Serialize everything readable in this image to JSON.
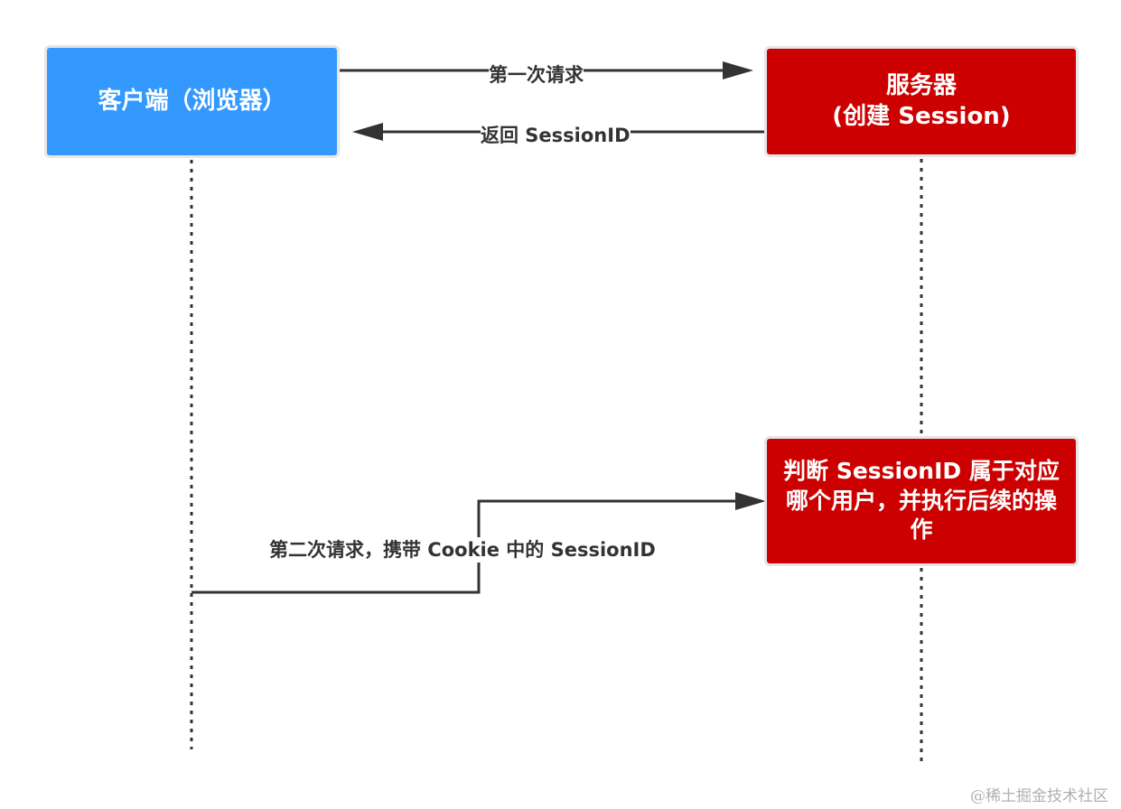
{
  "nodes": {
    "client": {
      "label": "客户端（浏览器）",
      "color": "#3399ff"
    },
    "server": {
      "line1": "服务器",
      "line2": "(创建 Session)",
      "color": "#cc0000"
    },
    "check": {
      "label": "判断 SessionID 属于对应哪个用户，并执行后续的操作",
      "color": "#cc0000"
    }
  },
  "edges": {
    "first_request": "第一次请求",
    "return_session": "返回 SessionID",
    "second_request": "第二次请求，携带 Cookie 中的 SessionID"
  },
  "watermark": "@稀土掘金技术社区"
}
